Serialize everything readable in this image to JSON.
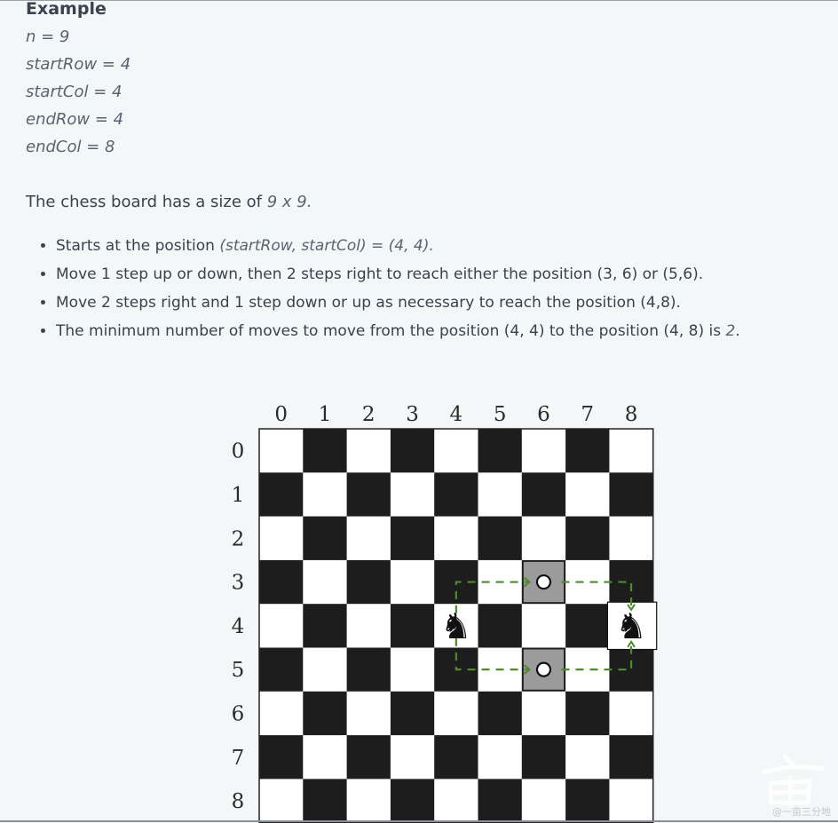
{
  "example": {
    "heading": "Example",
    "vars": [
      "n = 9",
      "startRow = 4",
      "startCol = 4",
      "endRow = 4",
      "endCol = 8"
    ]
  },
  "intro": {
    "text": "The chess board has a size of ",
    "emphasis": "9 x 9."
  },
  "bullets": [
    {
      "text": "Starts at the position ",
      "emphasis": "(startRow, startCol) = (4, 4).",
      "tail": ""
    },
    {
      "text": "Move 1 step up or down, then 2 steps right to reach either the position (3, 6) or (5,6).",
      "emphasis": "",
      "tail": ""
    },
    {
      "text": "Move 2 steps right and 1 step down or up as necessary to reach the position (4,8).",
      "emphasis": "",
      "tail": ""
    },
    {
      "text": "The minimum number of moves to move from the position (4, 4) to the position (4, 8) is ",
      "emphasis": "2",
      "tail": "."
    }
  ],
  "board": {
    "size": 9,
    "column_labels": [
      "0",
      "1",
      "2",
      "3",
      "4",
      "5",
      "6",
      "7",
      "8"
    ],
    "row_labels": [
      "0",
      "1",
      "2",
      "3",
      "4",
      "5",
      "6",
      "7",
      "8"
    ],
    "knights": [
      {
        "row": 4,
        "col": 4
      },
      {
        "row": 4,
        "col": 8
      }
    ],
    "intermediate_squares": [
      {
        "row": 3,
        "col": 6
      },
      {
        "row": 5,
        "col": 6
      }
    ],
    "colors": {
      "dark": "#1d1d1d",
      "light": "#ffffff",
      "highlight": "#9b9b9b",
      "path": "#4f8a2c"
    }
  },
  "watermark": {
    "text": "@一亩三分地"
  }
}
